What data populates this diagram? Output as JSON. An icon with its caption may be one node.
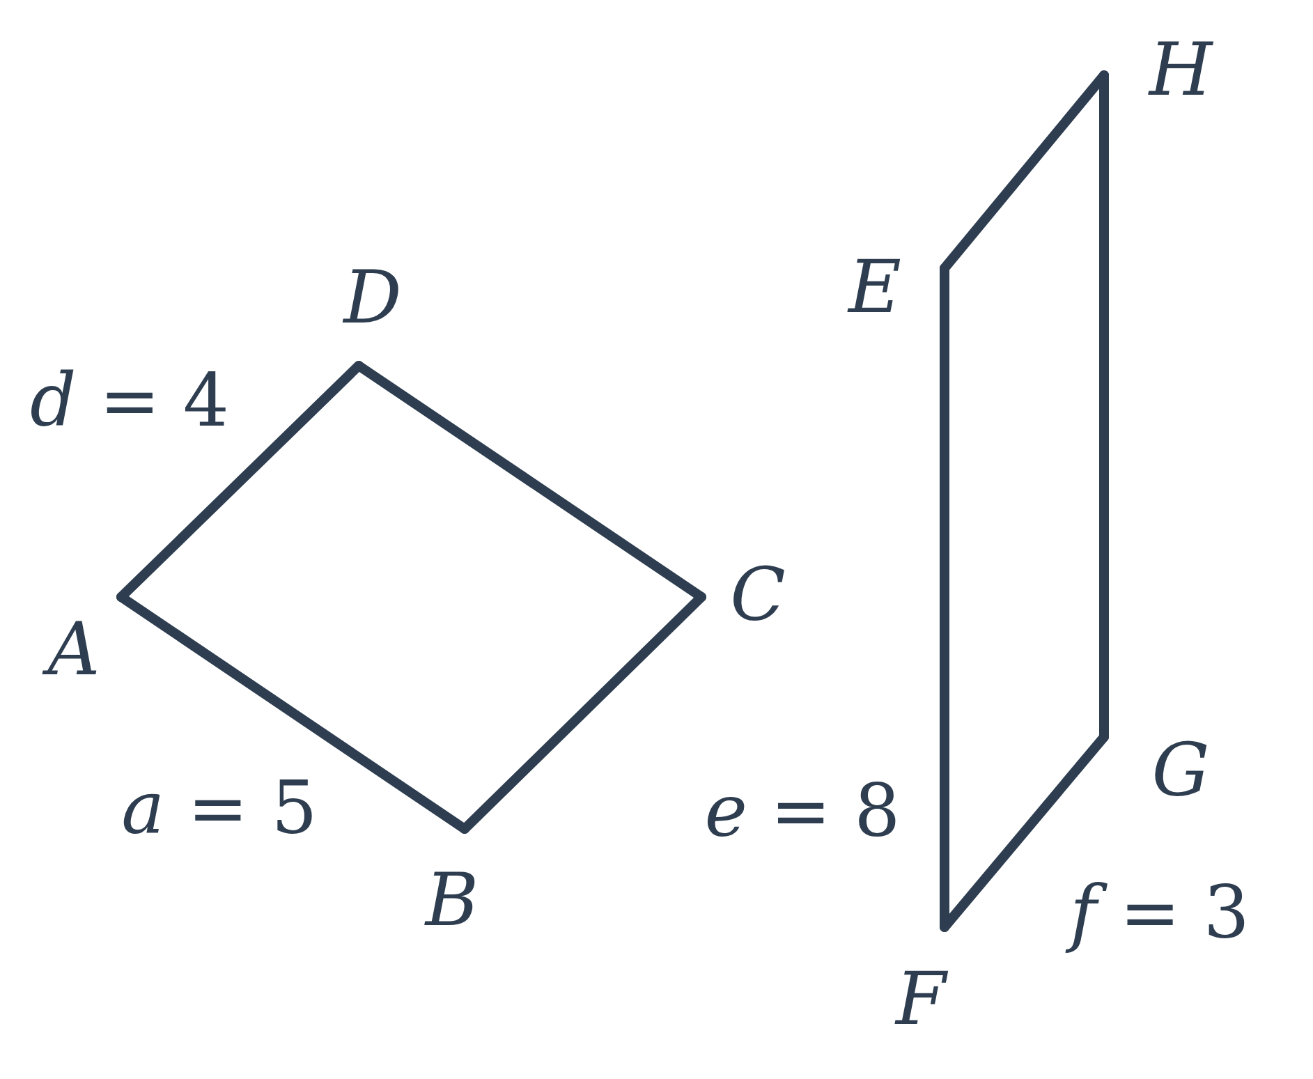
{
  "diagram": {
    "nodes": [
      {
        "text": [
          "A"
        ]
      },
      {
        "text": [
          "B"
        ]
      },
      {
        "text": [
          "C"
        ]
      },
      {
        "text": [
          "D"
        ]
      },
      {
        "text": [
          "E"
        ]
      },
      {
        "text": [
          "F"
        ]
      },
      {
        "text": [
          "G"
        ]
      },
      {
        "text": [
          "H"
        ]
      }
    ],
    "edges": [
      {
        "from": 0,
        "to": 1,
        "arrow": "none"
      },
      {
        "from": 1,
        "to": 2,
        "arrow": "none"
      },
      {
        "from": 2,
        "to": 3,
        "arrow": "none"
      },
      {
        "from": 3,
        "to": 0,
        "arrow": "none"
      },
      {
        "from": 4,
        "to": 5,
        "arrow": "none"
      },
      {
        "from": 5,
        "to": 6,
        "arrow": "none"
      },
      {
        "from": 6,
        "to": 7,
        "arrow": "none"
      },
      {
        "from": 7,
        "to": 4,
        "arrow": "none"
      }
    ],
    "labels": [
      "*d* = 4",
      "*a* = 5",
      "*e* = 8",
      "*f* = 3"
    ]
  }
}
